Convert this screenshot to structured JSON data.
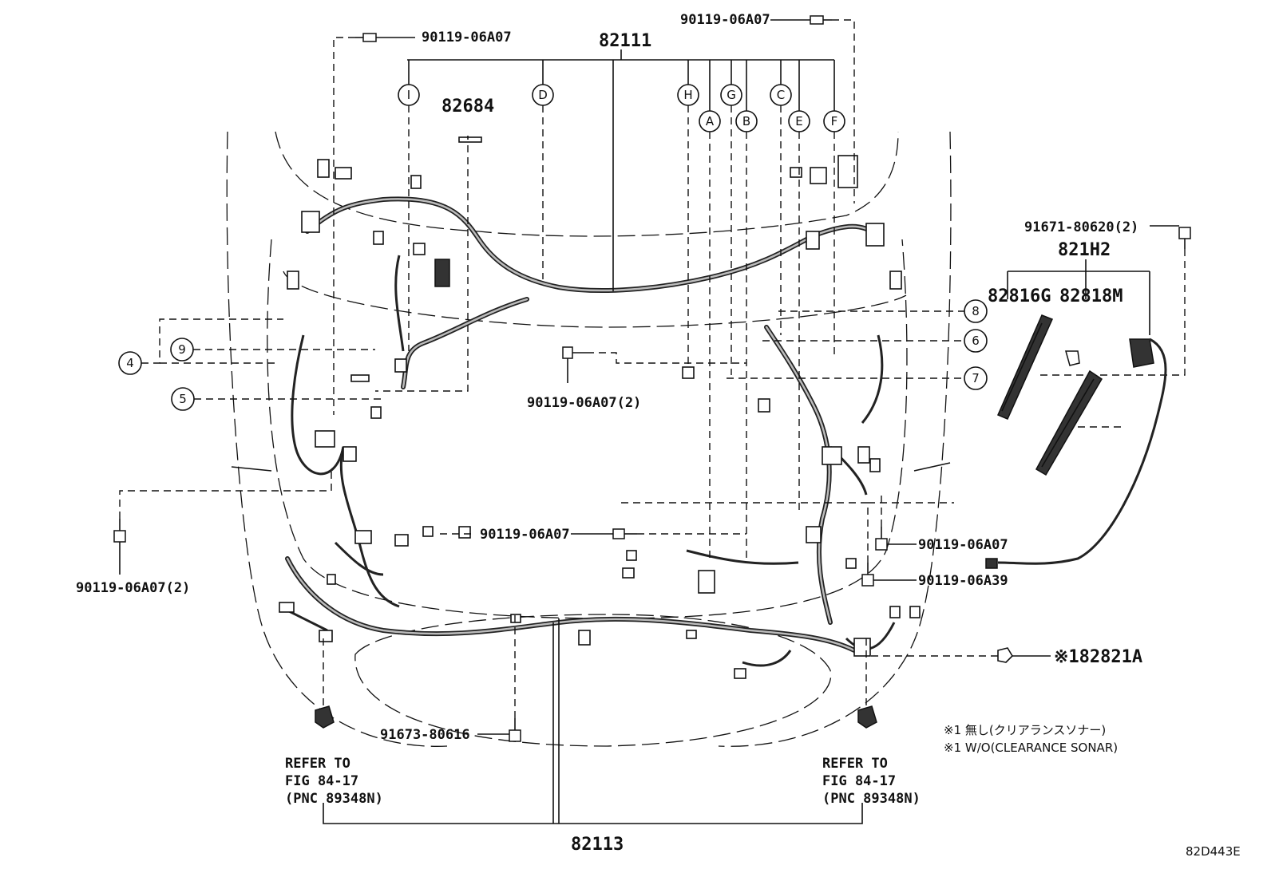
{
  "diagram": {
    "main_harness": "82111",
    "bottom_harness": "82113",
    "part_82684": "82684",
    "part_821H2": "821H2",
    "part_82816G": "82816G",
    "part_82818M": "82818M",
    "part_82821A": "※182821A",
    "bolt_top_left": "90119-06A07",
    "bolt_top_right": "90119-06A07",
    "bolt_center": "90119-06A07(2)",
    "bolt_left": "90119-06A07(2)",
    "bolt_mid": "90119-06A07",
    "bolt_right_1": "90119-06A07",
    "bolt_right_2": "90119-06A39",
    "bolt_bottom": "91673-80616",
    "bolt_far_right": "91671-80620(2)",
    "refer_left": [
      "REFER TO",
      "FIG 84-17",
      "(PNC 89348N)"
    ],
    "refer_right": [
      "REFER TO",
      "FIG 84-17",
      "(PNC 89348N)"
    ],
    "note_jp": "※1 無し(クリアランスソナー)",
    "note_en": "※1 W/O(CLEARANCE SONAR)",
    "fig_code": "82D443E",
    "letters": {
      "I": "I",
      "D": "D",
      "H": "H",
      "G": "G",
      "C": "C",
      "A": "A",
      "B": "B",
      "E": "E",
      "F": "F"
    },
    "numbers": {
      "n4": "4",
      "n5": "5",
      "n6": "6",
      "n7": "7",
      "n8": "8",
      "n9": "9"
    }
  }
}
